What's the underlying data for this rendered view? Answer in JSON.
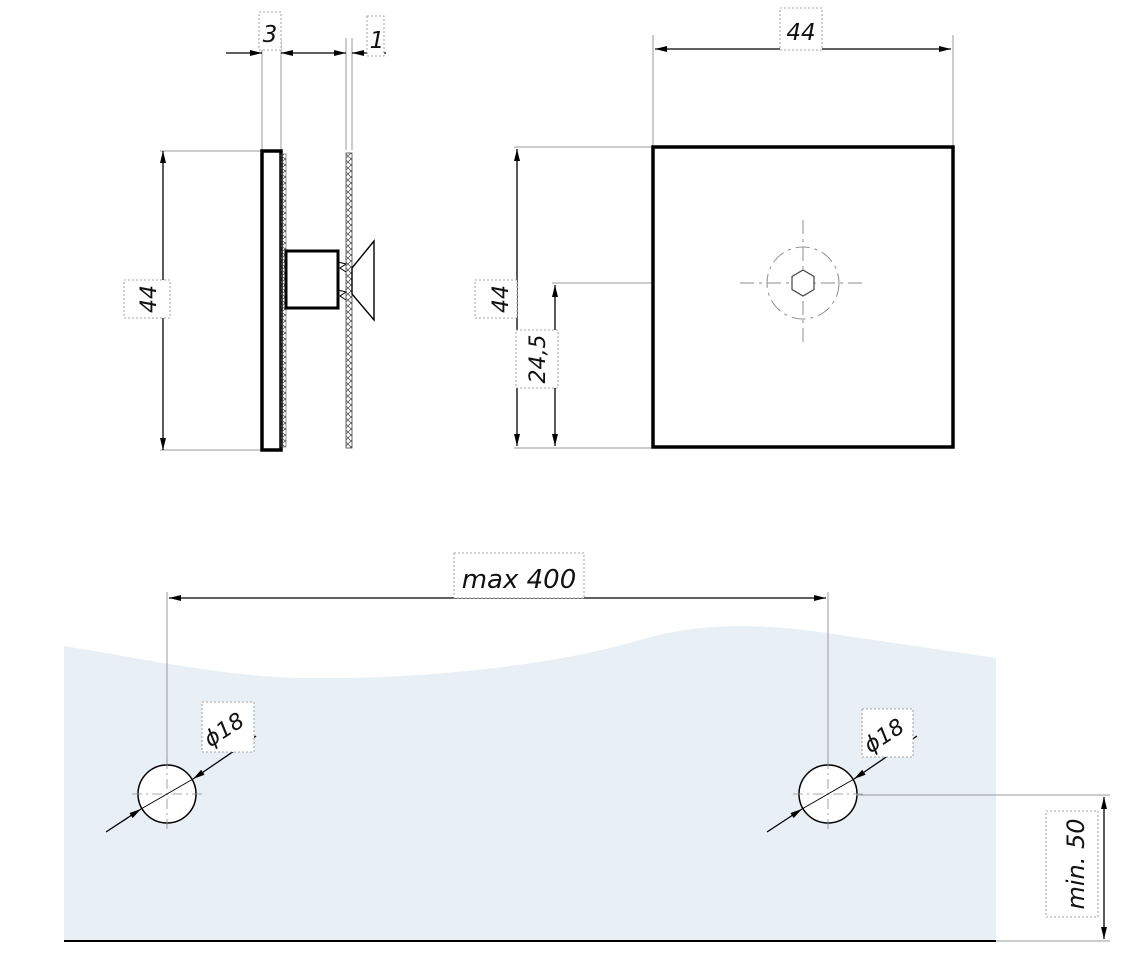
{
  "colors": {
    "line": "#000000",
    "thin_line": "#9a9a9a",
    "center_line": "#8c8c8c",
    "glass_fill": "#e8eff5",
    "label_box": "#8a8a8a"
  },
  "side_view": {
    "dim_plate_thickness": "3",
    "dim_glass_thickness": "1",
    "dim_height": "44"
  },
  "front_view": {
    "dim_width": "44",
    "dim_height": "44",
    "dim_center_height": "24,5"
  },
  "mounting": {
    "dim_spacing": "max 400",
    "dim_hole_left": "ϕ18",
    "dim_hole_right": "ϕ18",
    "dim_edge_distance": "min. 50"
  }
}
